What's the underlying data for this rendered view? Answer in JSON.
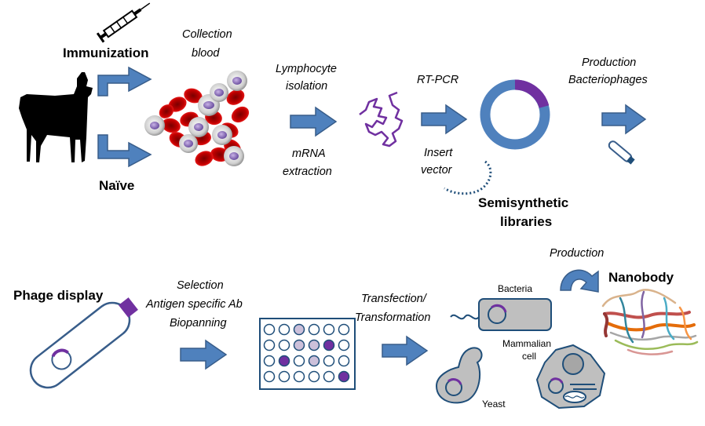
{
  "top_row": {
    "immunization": "Immunization",
    "naive": "Naïve",
    "collection_line1": "Collection",
    "collection_line2": "blood",
    "lymphocyte_line1": "Lymphocyte",
    "lymphocyte_line2": "isolation",
    "mrna_line1": "mRNA",
    "mrna_line2": "extraction",
    "rtpcr": "RT-PCR",
    "insert_line1": "Insert",
    "insert_line2": "vector",
    "semisynthetic_line1": "Semisynthetic",
    "semisynthetic_line2": "libraries",
    "production_line1": "Production",
    "production_line2": "Bacteriophages"
  },
  "bottom_row": {
    "phage_display": "Phage display",
    "selection_line1": "Selection",
    "selection_line2": "Antigen specific Ab",
    "selection_line3": "Biopanning",
    "transfection_line1": "Transfection/",
    "transfection_line2": "Transformation",
    "bacteria": "Bacteria",
    "mammalian_line1": "Mammalian",
    "mammalian_line2": "cell",
    "yeast": "Yeast",
    "production": "Production",
    "nanobody": "Nanobody"
  },
  "colors": {
    "arrow_fill": "#4f81bd",
    "arrow_stroke": "#385d8a",
    "vector_ring": "#4f81bd",
    "insert_purple": "#7030a0",
    "blood_red": "#c00000",
    "cell_gray": "#bfbfbf"
  }
}
